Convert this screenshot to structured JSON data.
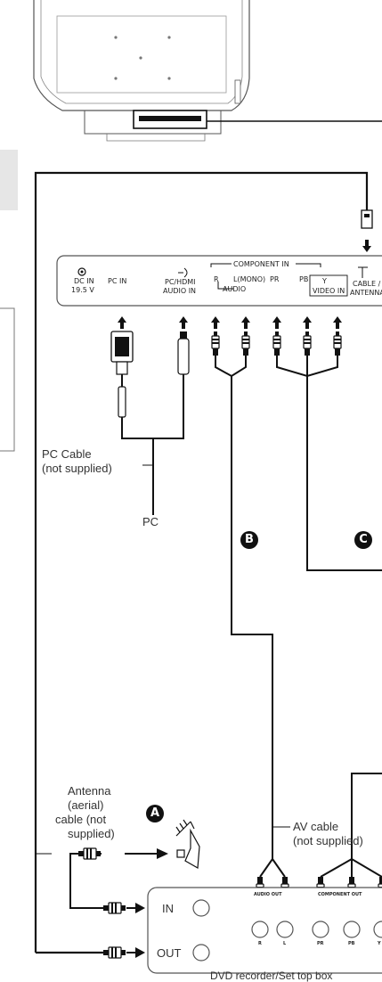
{
  "panel": {
    "dc_in": "DC IN",
    "dc_in_voltage": "19.5 V",
    "pc_in": "PC IN",
    "pc_hdmi_audio_in_1": "PC/HDMI",
    "pc_hdmi_audio_in_2": "AUDIO IN",
    "component_in": "COMPONENT IN",
    "audio_r": "R",
    "audio_l_mono": "L(MONO)",
    "audio_group": "AUDIO",
    "pr": "PR",
    "pb": "PB",
    "y": "Y",
    "video_in": "VIDEO IN",
    "cable_1": "CABLE /",
    "cable_2": "ANTENNA"
  },
  "badges": {
    "a": "A",
    "b": "B",
    "c": "C"
  },
  "labels": {
    "pc_cable_1": "PC Cable",
    "pc_cable_2": "(not supplied)",
    "pc": "PC",
    "av_cable_1": "AV cable",
    "av_cable_2": "(not supplied)",
    "antenna_1": "Antenna",
    "antenna_2": "(aerial)",
    "antenna_3": "cable (not",
    "antenna_4": "supplied)",
    "device": "DVD recorder/Set top box"
  },
  "device_panel": {
    "in": "IN",
    "out": "OUT",
    "audio_out": "AUDIO OUT",
    "component_out": "COMPONENT OUT",
    "r": "R",
    "l": "L",
    "pr": "PR",
    "pb": "PB",
    "y": "Y"
  },
  "colors": {
    "line": "#111111",
    "panel_stroke": "#555555",
    "tab_gray": "#e6e6e6"
  }
}
